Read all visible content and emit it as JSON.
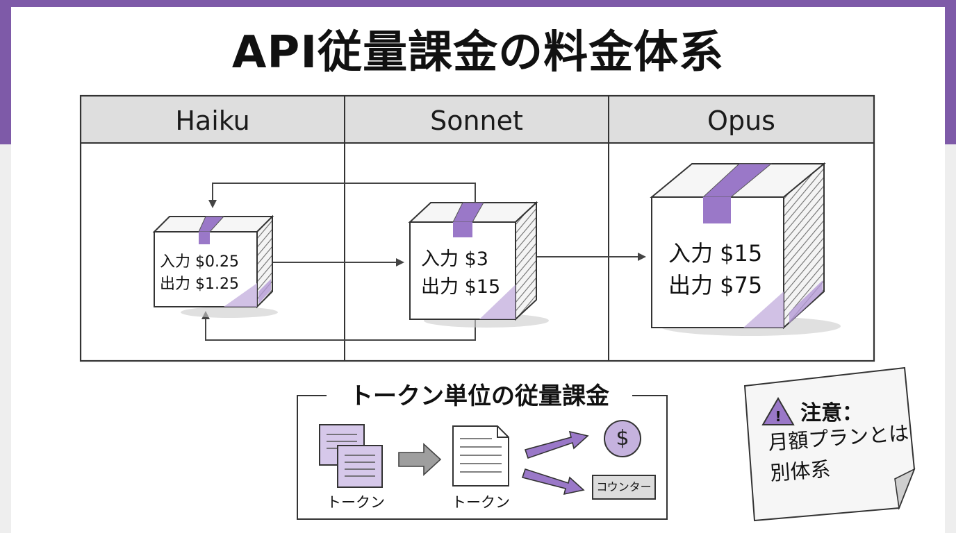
{
  "title": "API従量課金の料金体系",
  "columns": [
    {
      "name": "Haiku",
      "input": "入力 $0.25",
      "output": "出力 $1.25"
    },
    {
      "name": "Sonnet",
      "input": "入力 $3",
      "output": "出力 $15"
    },
    {
      "name": "Opus",
      "input": "入力 $15",
      "output": "出力 $75"
    }
  ],
  "token_section": {
    "title": "トークン単位の従量課金",
    "token_label_1": "トークン",
    "token_label_2": "トークン",
    "dollar_symbol": "$",
    "counter_label": "コウンター"
  },
  "note": {
    "warning_symbol": "!",
    "title": "注意：",
    "line1": "月額プランとは",
    "line2": "別体系"
  },
  "colors": {
    "accent": "#7e5aa8",
    "accent_light": "#c5b2de",
    "header_gray": "#dedede",
    "line": "#333333"
  },
  "icons": [
    "document-stack-icon",
    "document-icon",
    "arrow-right-icon",
    "dollar-coin-icon",
    "warning-icon"
  ]
}
